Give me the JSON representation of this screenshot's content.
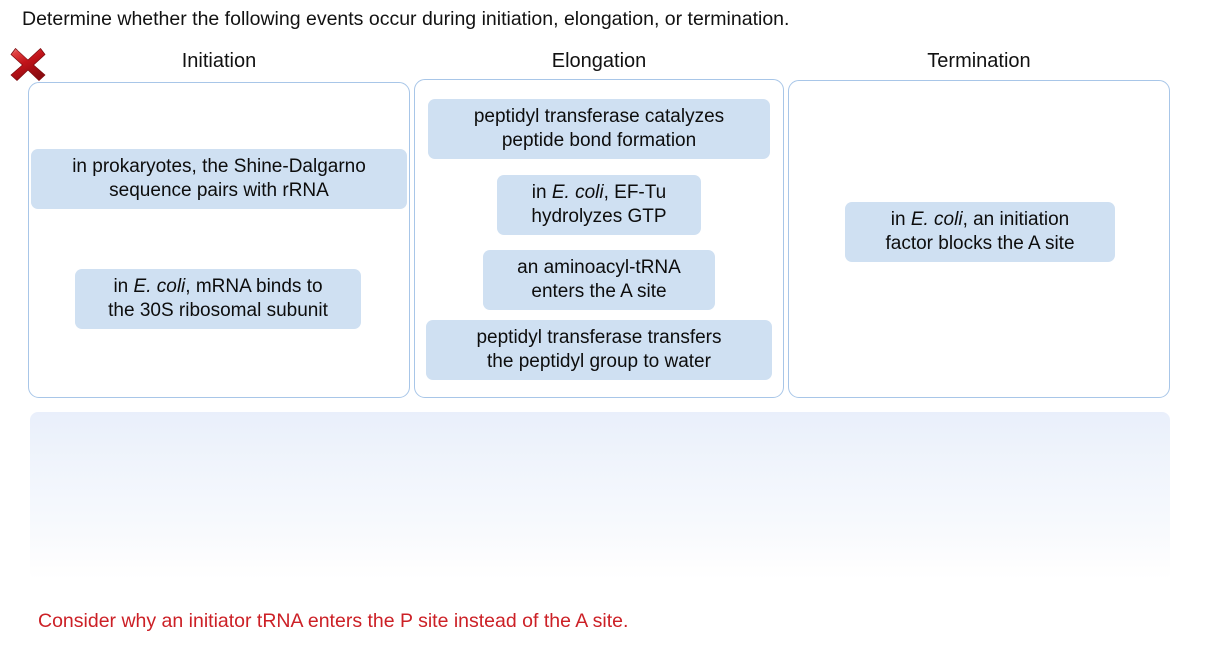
{
  "prompt": "Determine whether the following events occur during initiation, elongation, or termination.",
  "status": {
    "icon": "red-x-incorrect-icon",
    "color": "#d31b21"
  },
  "columns": [
    {
      "header": "Initiation",
      "tiles": [
        {
          "text": "in prokaryotes, the Shine-Dalgarno sequence pairs with rRNA",
          "html": "in prokaryotes, the Shine-Dalgarno<br>sequence pairs with rRNA"
        },
        {
          "text": "in E. coli, mRNA binds to the 30S ribosomal subunit",
          "html": "in <i>E. coli</i>, mRNA binds to<br>the 30S ribosomal subunit"
        }
      ]
    },
    {
      "header": "Elongation",
      "tiles": [
        {
          "text": "peptidyl transferase catalyzes peptide bond formation",
          "html": "peptidyl transferase catalyzes<br>peptide bond formation"
        },
        {
          "text": "in E. coli, EF-Tu hydrolyzes GTP",
          "html": "in <i>E. coli</i>, EF-Tu<br>hydrolyzes GTP"
        },
        {
          "text": "an aminoacyl-tRNA enters the A site",
          "html": "an aminoacyl-tRNA<br>enters the A site"
        },
        {
          "text": "peptidyl transferase transfers the peptidyl group to water",
          "html": "peptidyl transferase transfers<br>the peptidyl group to water"
        }
      ]
    },
    {
      "header": "Termination",
      "tiles": [
        {
          "text": "in E. coli, an initiation factor blocks the A site",
          "html": "in <i>E. coli</i>, an initiation<br>factor blocks the A site"
        }
      ]
    }
  ],
  "feedback": {
    "text": "Consider why an initiator tRNA enters the P site instead of the A site.",
    "color": "#cc2026"
  },
  "palette": {
    "tile_fill": "#cfe0f2",
    "box_border": "#a8c6e8",
    "panel_top": "#e9effb",
    "page_background": "#ffffff",
    "text": "#0d0d0d"
  }
}
